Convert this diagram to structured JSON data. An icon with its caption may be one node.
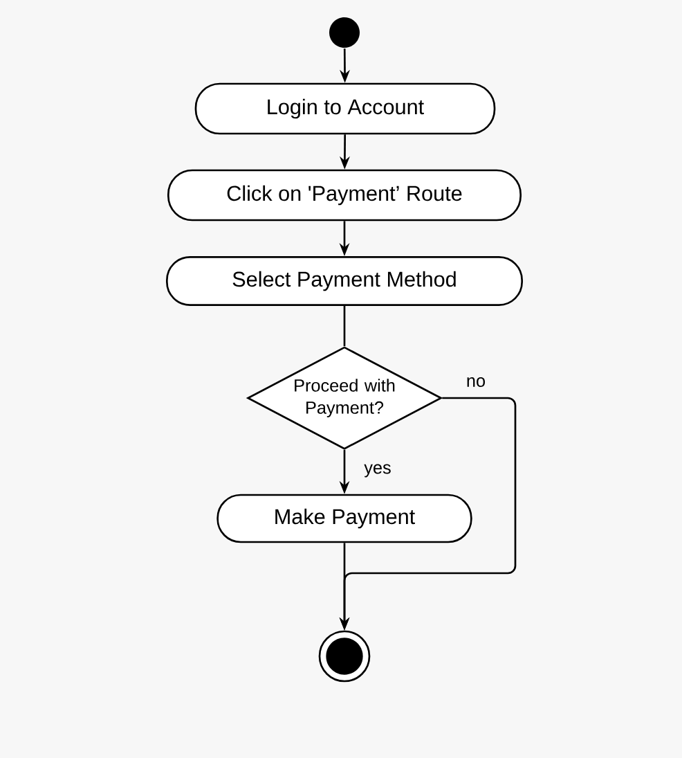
{
  "diagram": {
    "nodes": [
      {
        "text": [],
        "shape": "circle"
      },
      {
        "text": [
          "Login to Account"
        ]
      },
      {
        "text": [
          "Click on 'Payment’ Route"
        ]
      },
      {
        "text": [
          "Select Payment Method"
        ]
      },
      {
        "text": [
          "Proceed with Payment?"
        ]
      },
      {
        "text": [
          "Make Payment"
        ]
      },
      {
        "text": [],
        "shape": "circle"
      }
    ],
    "edges": [
      {
        "from": 0,
        "to": 1,
        "arrow": "to"
      },
      {
        "from": 1,
        "to": 2,
        "arrow": "to"
      },
      {
        "from": 2,
        "to": 3,
        "arrow": "to"
      },
      {
        "from": 3,
        "to": 4,
        "arrow": "none"
      },
      {
        "from": 4,
        "to": 5,
        "arrow": "to",
        "label": "yes"
      },
      {
        "from": 4,
        "to": 6,
        "arrow": "to",
        "label": "no"
      },
      {
        "from": 5,
        "to": 6,
        "arrow": "to"
      }
    ]
  }
}
